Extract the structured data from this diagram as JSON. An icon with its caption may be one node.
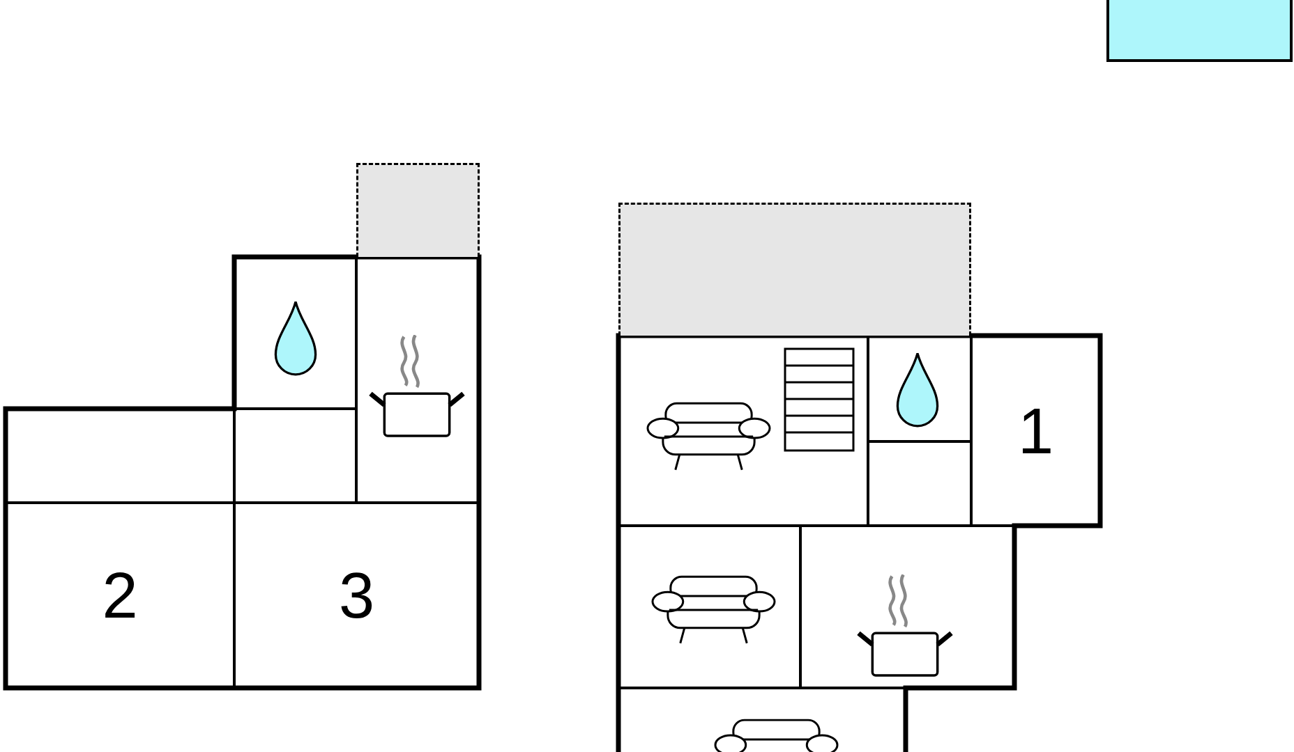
{
  "diagram": {
    "nodes": [
      {
        "text": [],
        "shape": "box"
      },
      {
        "text": [],
        "shape": "box"
      },
      {
        "text": [],
        "shape": "box"
      },
      {
        "text": [],
        "shape": "box"
      },
      {
        "text": [],
        "shape": "box"
      },
      {
        "text": [],
        "shape": "box"
      },
      {
        "text": [],
        "shape": "box"
      },
      {
        "text": [
          "2"
        ]
      },
      {
        "text": [
          "3"
        ]
      },
      {
        "text": [],
        "shape": "box"
      },
      {
        "text": [],
        "shape": "box"
      },
      {
        "text": [
          "1"
        ]
      },
      {
        "text": [],
        "shape": "box"
      },
      {
        "text": [],
        "shape": "box"
      },
      {
        "text": [],
        "shape": "box"
      },
      {
        "text": [],
        "shape": "box"
      }
    ]
  }
}
